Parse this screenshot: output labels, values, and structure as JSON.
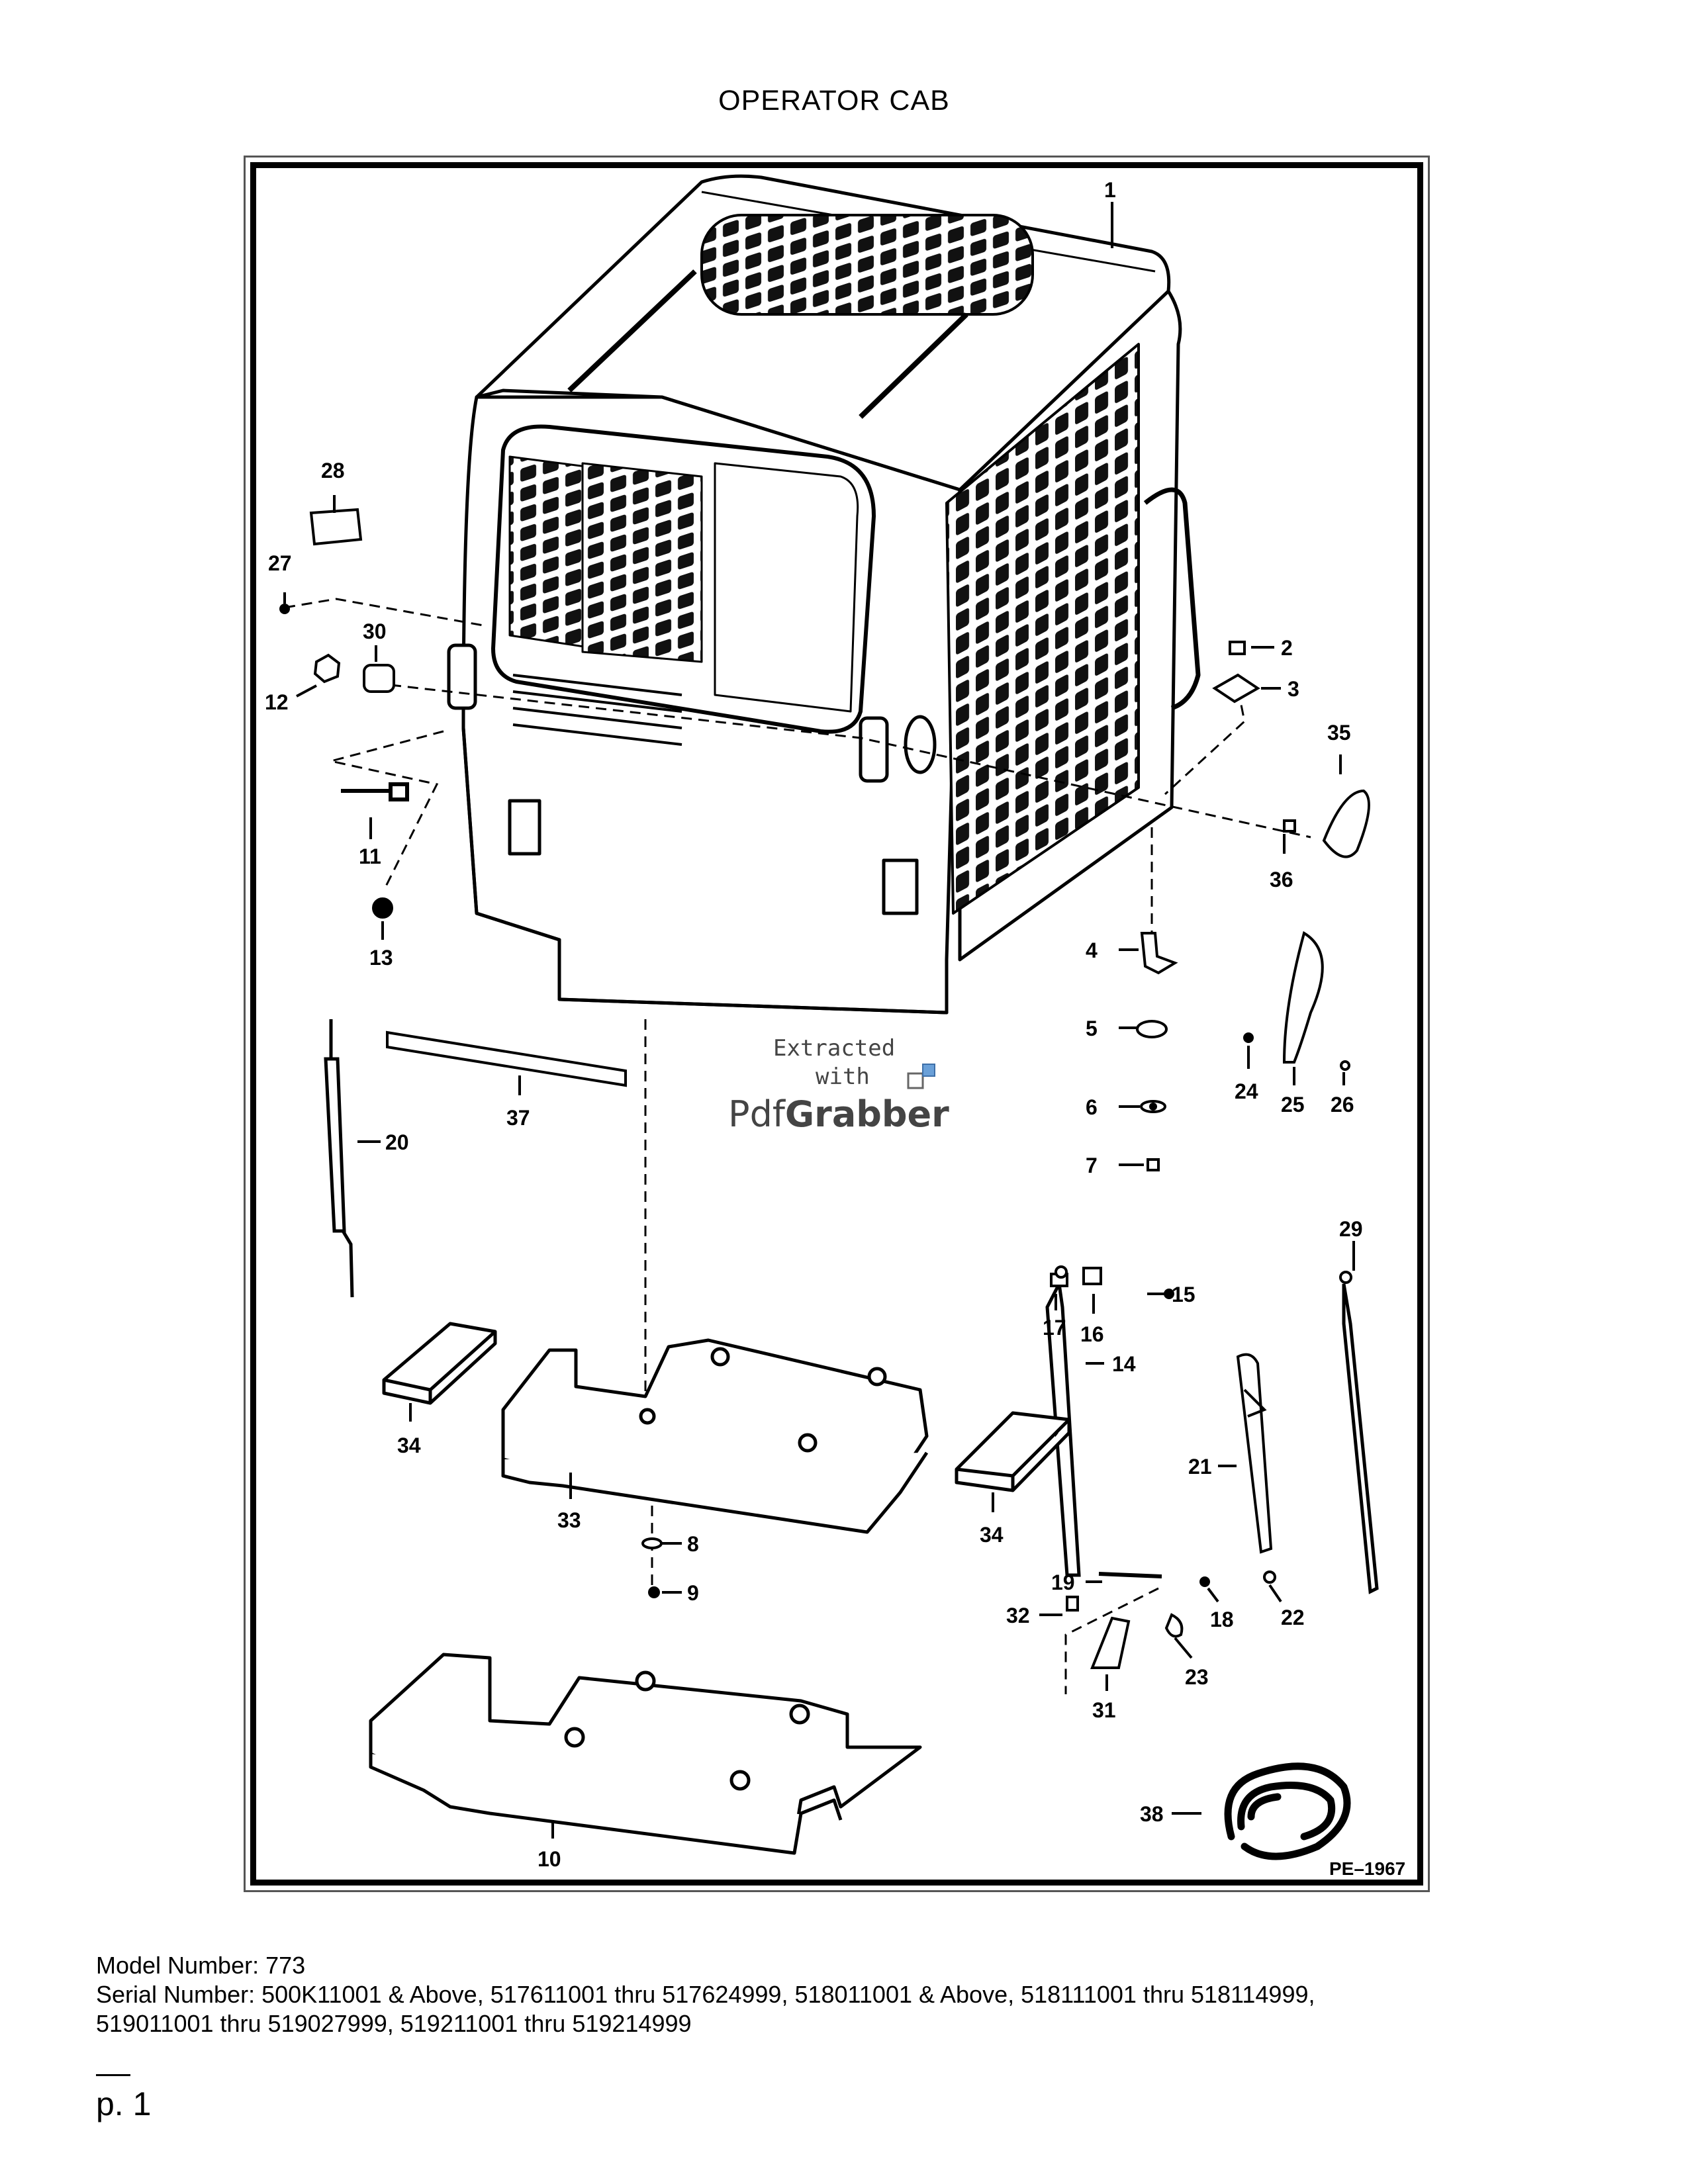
{
  "title": "OPERATOR CAB",
  "plate_id": "PE–1967",
  "callouts": {
    "c1": "1",
    "c2": "2",
    "c3": "3",
    "c4": "4",
    "c5": "5",
    "c6": "6",
    "c7": "7",
    "c8": "8",
    "c9": "9",
    "c10": "10",
    "c11": "11",
    "c12": "12",
    "c13": "13",
    "c14": "14",
    "c15": "15",
    "c16": "16",
    "c17": "17",
    "c18": "18",
    "c19": "19",
    "c20": "20",
    "c21": "21",
    "c22": "22",
    "c23": "23",
    "c24": "24",
    "c25": "25",
    "c26": "26",
    "c27": "27",
    "c28": "28",
    "c29": "29",
    "c30": "30",
    "c31": "31",
    "c32": "32",
    "c33": "33",
    "c34a": "34",
    "c34b": "34",
    "c35": "35",
    "c36": "36",
    "c37": "37",
    "c38": "38"
  },
  "watermark": {
    "line1": "Extracted",
    "line2": "with",
    "brand_a": "Pdf",
    "brand_b": "Grabber"
  },
  "footer": {
    "model": "Model Number: 773",
    "serial_line1": "Serial Number: 500K11001 & Above, 517611001 thru 517624999, 518011001 & Above, 518111001 thru 518114999,",
    "serial_line2": "519011001 thru 519027999, 519211001 thru 519214999",
    "page": "p. 1"
  }
}
